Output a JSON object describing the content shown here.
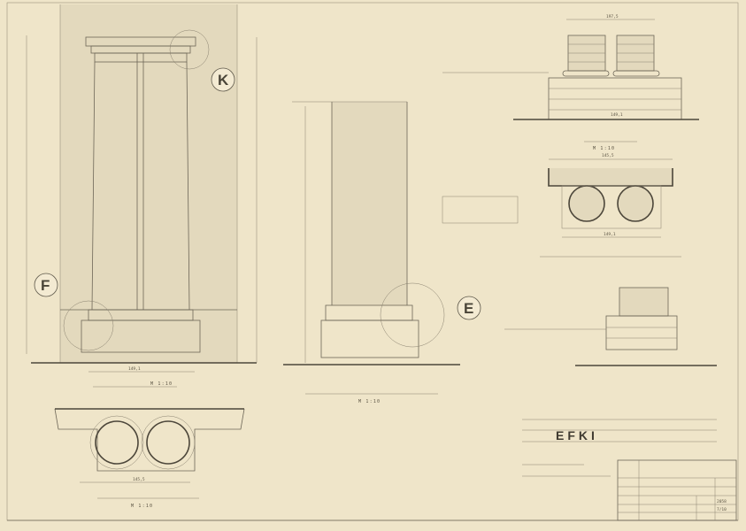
{
  "detail_markers": {
    "k": "K",
    "f": "F",
    "e": "E"
  },
  "title_block": {
    "project_code": "EFKI",
    "sheet_no": "7/10",
    "drawing_no": "2058"
  },
  "dimensions": {
    "plan_top_width": "197,5",
    "plan_base_width": "149,1",
    "plan_slab_width": "145,5",
    "plan_circle_width": "149,1",
    "elevation_base_width": "149,1",
    "section_width": "145,5"
  },
  "captions": {
    "elevation_scale": "M 1:10",
    "section_scale": "M 1:10",
    "plan_scale": "M 1:10",
    "elev2_scale": "M 1:10",
    "plan2_scale": "M 1:10"
  }
}
